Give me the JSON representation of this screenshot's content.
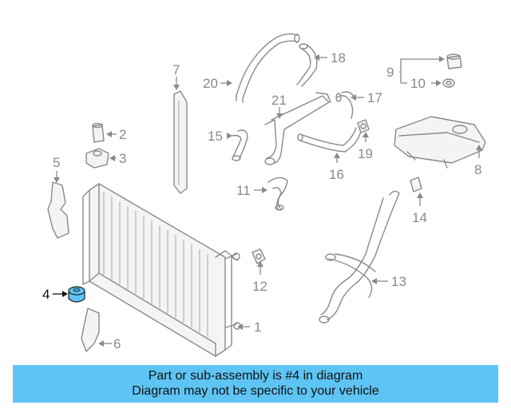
{
  "callouts": {
    "c1": "1",
    "c2": "2",
    "c3": "3",
    "c4": "4",
    "c5": "5",
    "c6": "6",
    "c7": "7",
    "c8": "8",
    "c9": "9",
    "c10": "10",
    "c11": "11",
    "c12": "12",
    "c13": "13",
    "c14": "14",
    "c15": "15",
    "c16": "16",
    "c17": "17",
    "c18": "18",
    "c19": "19",
    "c20": "20",
    "c21": "21"
  },
  "highlight": {
    "part": "4",
    "color": "#5ec4f4"
  },
  "banner": {
    "line1": "Part or sub-assembly is #4 in diagram",
    "line2": "Diagram may not be specific to your vehicle",
    "background": "#5ec4f4"
  }
}
